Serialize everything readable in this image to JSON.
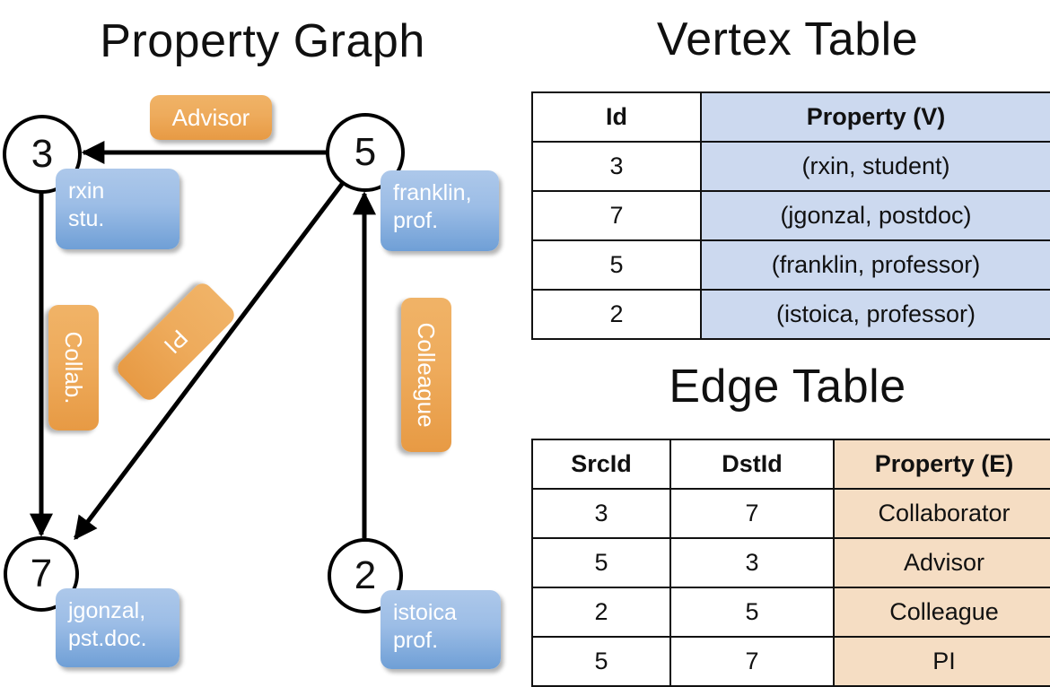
{
  "titles": {
    "property_graph": "Property Graph",
    "vertex_table": "Vertex Table",
    "edge_table": "Edge Table"
  },
  "graph": {
    "nodes": [
      {
        "id": "3",
        "label": "3",
        "property_lines": [
          "rxin",
          "stu."
        ]
      },
      {
        "id": "5",
        "label": "5",
        "property_lines": [
          "franklin,",
          "prof."
        ]
      },
      {
        "id": "7",
        "label": "7",
        "property_lines": [
          "jgonzal,",
          "pst.doc."
        ]
      },
      {
        "id": "2",
        "label": "2",
        "property_lines": [
          "istoica",
          "prof."
        ]
      }
    ],
    "edge_labels": [
      {
        "name": "advisor",
        "text": "Advisor"
      },
      {
        "name": "collab",
        "text": "Collab."
      },
      {
        "name": "pi",
        "text": "PI"
      },
      {
        "name": "colleague",
        "text": "Colleague"
      }
    ]
  },
  "vertex_table": {
    "headers": [
      "Id",
      "Property (V)"
    ],
    "rows": [
      {
        "id": "3",
        "property": "(rxin, student)"
      },
      {
        "id": "7",
        "property": "(jgonzal, postdoc)"
      },
      {
        "id": "5",
        "property": "(franklin, professor)"
      },
      {
        "id": "2",
        "property": "(istoica, professor)"
      }
    ]
  },
  "edge_table": {
    "headers": [
      "SrcId",
      "DstId",
      "Property (E)"
    ],
    "rows": [
      {
        "src": "3",
        "dst": "7",
        "property": "Collaborator"
      },
      {
        "src": "5",
        "dst": "3",
        "property": "Advisor"
      },
      {
        "src": "2",
        "dst": "5",
        "property": "Colleague"
      },
      {
        "src": "5",
        "dst": "7",
        "property": "PI"
      }
    ]
  },
  "colors": {
    "vertex_property_fill": "#ccd9ef",
    "edge_property_fill": "#f5ddc3",
    "node_box_blue": "#8cb3e0",
    "edge_label_orange": "#eeab5c",
    "stroke": "#111111",
    "background": "#ffffff"
  }
}
